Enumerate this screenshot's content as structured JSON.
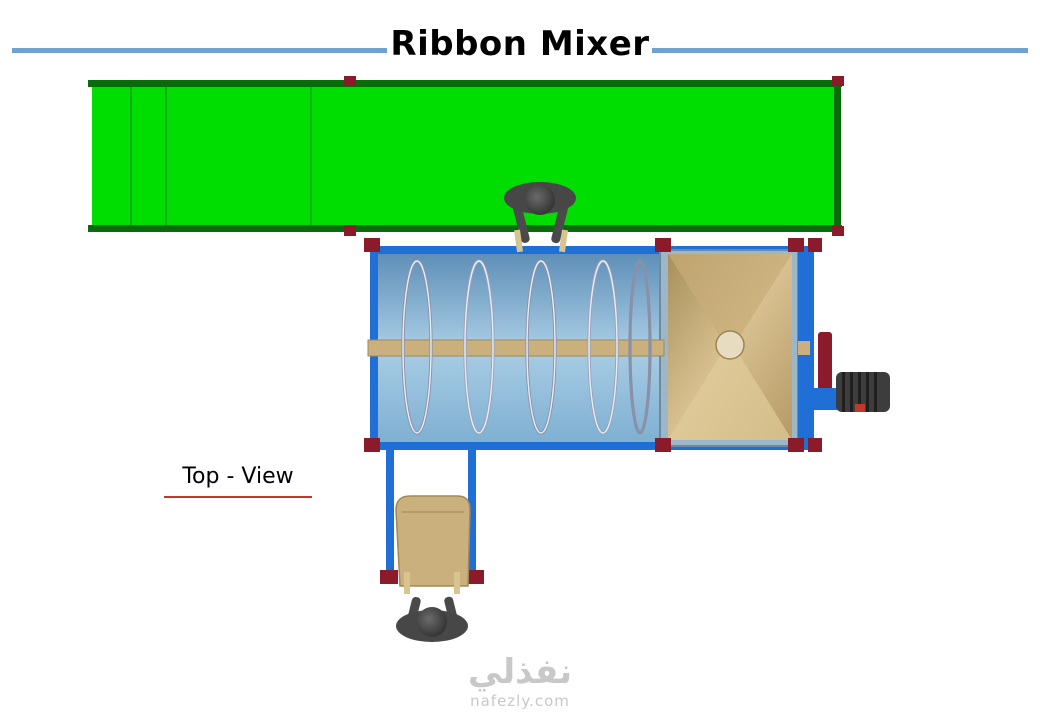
{
  "title": "Ribbon Mixer",
  "view_label": "Top - View",
  "watermark": {
    "arabic": "نفذلي",
    "latin": "nafezly.com"
  },
  "colors": {
    "title_rule": "#6fa3cf",
    "conveyor_green": "#00dd00",
    "conveyor_edge": "#0a6b0a",
    "frame_blue": "#1f6fd6",
    "tank_fill": "#8fbcd8",
    "hopper_tan": "#c9b07c",
    "bolt_red": "#8b1a2a",
    "label_underline": "#c0392b"
  },
  "icons": [
    "operator-icon",
    "motor-icon",
    "ribbon-agitator-icon"
  ]
}
